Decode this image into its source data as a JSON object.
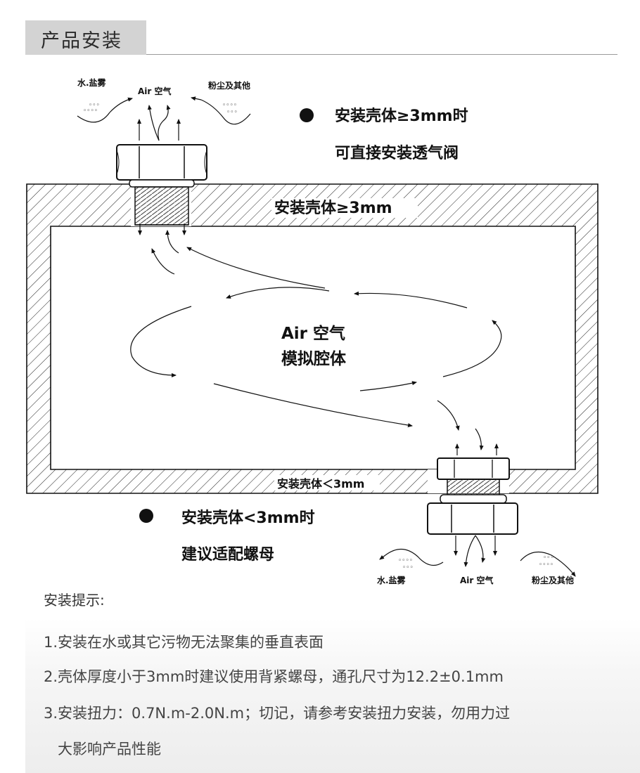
{
  "section": {
    "title": "产品安装"
  },
  "diagram": {
    "top_note_line1": "安装壳体≥3mm时",
    "top_note_line2": "可直接安装透气阀",
    "wall_top_label": "安装壳体≥3mm",
    "wall_bottom_label": "安装壳体＜3mm",
    "cavity_line1": "Air 空气",
    "cavity_line2": "模拟腔体",
    "bottom_note_line1": "安装壳体<3mm时",
    "bottom_note_line2": "建议适配螺母",
    "top_water": "水.盐雾",
    "top_air": "Air 空气",
    "top_dust": "粉尘及其他",
    "bottom_water": "水.盐雾",
    "bottom_air": "Air 空气",
    "bottom_dust": "粉尘及其他"
  },
  "tips": {
    "heading": "安装提示:",
    "item1": "1.安装在水或其它污物无法聚集的垂直表面",
    "item2": "2.壳体厚度小于3mm时建议使用背紧螺母，通孔尺寸为12.2±0.1mm",
    "item3_line1": "3.安装扭力：0.7N.m-2.0N.m；切记，请参考安装扭力安装，勿用力过",
    "item3_line2": "大影响产品性能"
  }
}
